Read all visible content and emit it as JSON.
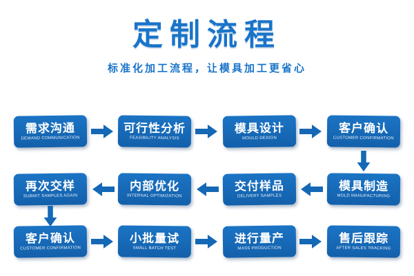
{
  "header": {
    "title": "定制流程",
    "subtitle": "标准化加工流程，让模具加工更省心"
  },
  "colors": {
    "primary_blue": "#1568b5",
    "title_blue": "#1a74c9",
    "box_gradient_top": "#1b74c4",
    "box_gradient_bottom": "#1360ab",
    "box_text": "#ffffff",
    "background": "#ffffff"
  },
  "flow": {
    "rows": [
      {
        "direction": "right",
        "steps": [
          {
            "cn": "需求沟通",
            "en": "DEMAND COMMUNICATION"
          },
          {
            "cn": "可行性分析",
            "en": "FEASIBILITY ANALYSIS"
          },
          {
            "cn": "模具设计",
            "en": "MOULD DESIGN"
          },
          {
            "cn": "客户确认",
            "en": "CUSTOMER CONFIRMATION"
          }
        ]
      },
      {
        "direction": "left",
        "steps": [
          {
            "cn": "再次交样",
            "en": "SUBMIT SAMPLES AGAIN"
          },
          {
            "cn": "内部优化",
            "en": "INTERNAL OPTIMIZATION"
          },
          {
            "cn": "交付样品",
            "en": "DELIVERY SAMPLES"
          },
          {
            "cn": "模具制造",
            "en": "MOLD MANUFACTURING"
          }
        ]
      },
      {
        "direction": "right",
        "steps": [
          {
            "cn": "客户确认",
            "en": "CUSTOMER CONFIRMATION"
          },
          {
            "cn": "小批量试",
            "en": "SMALL BATCH TEST"
          },
          {
            "cn": "进行量产",
            "en": "MASS PRODUCTION"
          },
          {
            "cn": "售后跟踪",
            "en": "AFTER SALES TRACKING"
          }
        ]
      }
    ],
    "connectors": [
      {
        "from": "客户确认",
        "to": "模具制造",
        "type": "down-right-side"
      },
      {
        "from": "再次交样",
        "to": "客户确认",
        "type": "down-left-side"
      }
    ]
  }
}
